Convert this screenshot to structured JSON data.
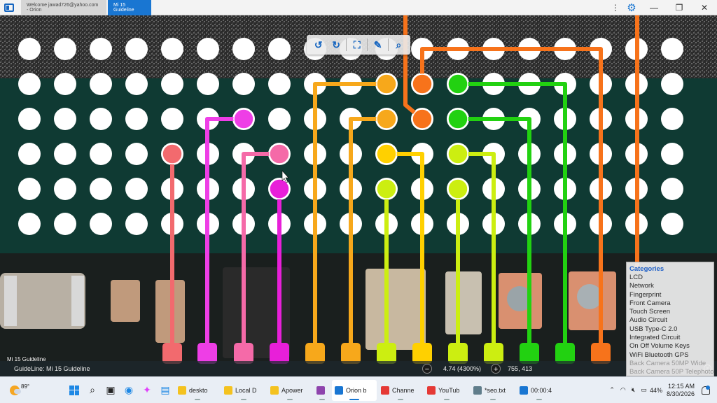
{
  "window": {
    "tabs": [
      {
        "label": "Welcome jawad726@yahoo.com - Orion",
        "active": false
      },
      {
        "label": "Mi 15 Guideline",
        "active": true
      }
    ],
    "controls": {
      "minimize": "—",
      "maximize": "❐",
      "close": "✕",
      "kebab": "⋮"
    }
  },
  "viewer": {
    "image_label": "Mi 15 Guideline",
    "status": {
      "guideline_label": "GuideLine: Mi 15 Guideline",
      "zoom_value": "4.74 (4300%)",
      "cursor_coords": "755, 413",
      "zoom_out": "−",
      "zoom_in": "+"
    },
    "toolbar": {
      "tools": [
        "rotate-left-icon",
        "rotate-right-icon",
        "fit-screen-icon",
        "draw-line-icon",
        "search-icon"
      ]
    }
  },
  "categories": {
    "title": "Categories",
    "items": [
      {
        "label": "LCD",
        "faded": false
      },
      {
        "label": "Network",
        "faded": false
      },
      {
        "label": "Fingerprint",
        "faded": false
      },
      {
        "label": "Front Camera",
        "faded": false
      },
      {
        "label": "Touch Screen",
        "faded": false
      },
      {
        "label": "Audio Circuit",
        "faded": false
      },
      {
        "label": "USB Type-C 2.0",
        "faded": false
      },
      {
        "label": "Integrated Circuit",
        "faded": false
      },
      {
        "label": "On Off Volume Keys",
        "faded": false
      },
      {
        "label": "WiFi Bluetooth GPS",
        "faded": false
      },
      {
        "label": "Back Camera 50MP Wide",
        "faded": true
      },
      {
        "label": "Back Camera 50P Telephoto",
        "faded": true
      }
    ]
  },
  "taskbar": {
    "weather_temp": "89°",
    "items": [
      {
        "label": "deskto",
        "color": "#f4c21f",
        "active": false
      },
      {
        "label": "Local D",
        "color": "#f4c21f",
        "active": false
      },
      {
        "label": "Apower",
        "color": "#f4c21f",
        "active": false
      },
      {
        "label": "",
        "color": "#8e44ad",
        "active": false
      },
      {
        "label": "Orion b",
        "color": "#1976d2",
        "active": true
      },
      {
        "label": "Channe",
        "color": "#e53935",
        "active": false
      },
      {
        "label": "YouTub",
        "color": "#e53935",
        "active": false
      },
      {
        "label": "*seo.txt",
        "color": "#607d8b",
        "active": false
      },
      {
        "label": "00:00:4",
        "color": "#1976d2",
        "active": false
      }
    ],
    "tray": {
      "battery": "44%",
      "time": "12:15 AM",
      "date": "8/30/2026"
    }
  },
  "traces": {
    "colors": {
      "salmon": "#f26a6e",
      "magenta": "#ee3ee6",
      "pink": "#f56aa8",
      "purple": "#e81fd9",
      "orange_yellow": "#f7a81b",
      "yellow": "#ffd000",
      "lime": "#ccee11",
      "green": "#22d111",
      "orange": "#f7731b"
    }
  }
}
